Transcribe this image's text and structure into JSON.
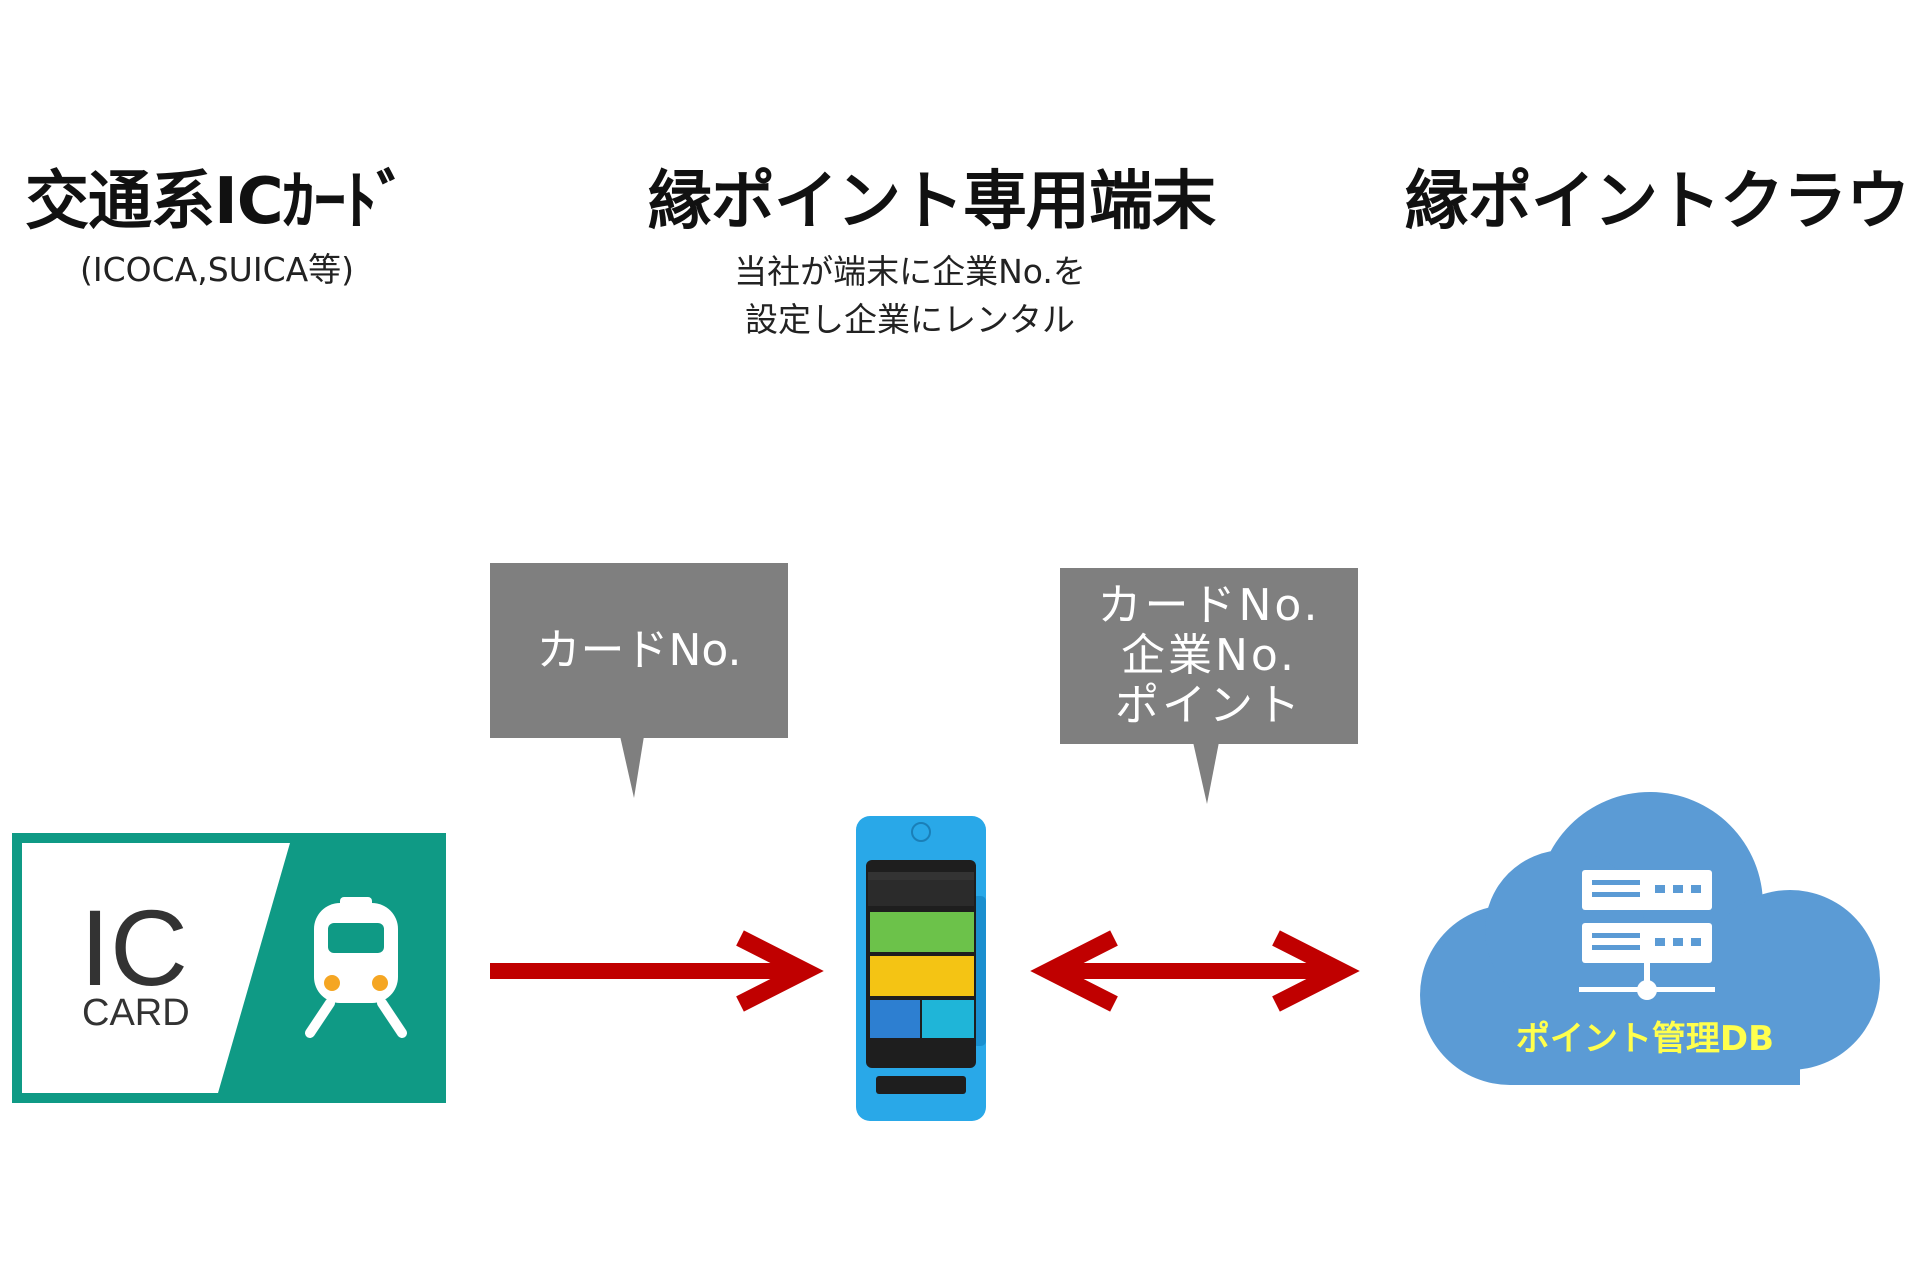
{
  "sections": {
    "ic_card": {
      "title": "交通系ICｶｰﾄﾞ",
      "subtitle": "(ICOCA,SUICA等)"
    },
    "terminal": {
      "title": "縁ポイント専用端末",
      "desc_line1": "当社が端末に企業No.を",
      "desc_line2": "設定し企業にレンタル"
    },
    "cloud": {
      "title": "縁ポイントクラウド",
      "db_label": "ポイント管理DB"
    }
  },
  "callouts": {
    "left": {
      "line1": "カードNo."
    },
    "right": {
      "line1": "カードNo.",
      "line2": "企業No.",
      "line3": "ポイント"
    }
  },
  "card_logo": {
    "text_ic": "IC",
    "text_card": "CARD"
  },
  "colors": {
    "card_green": "#0f9a85",
    "arrow_red": "#c00000",
    "callout_gray": "#7f7f7f",
    "cloud_blue": "#5b9bd5",
    "db_label_yellow": "#ffff4d"
  }
}
